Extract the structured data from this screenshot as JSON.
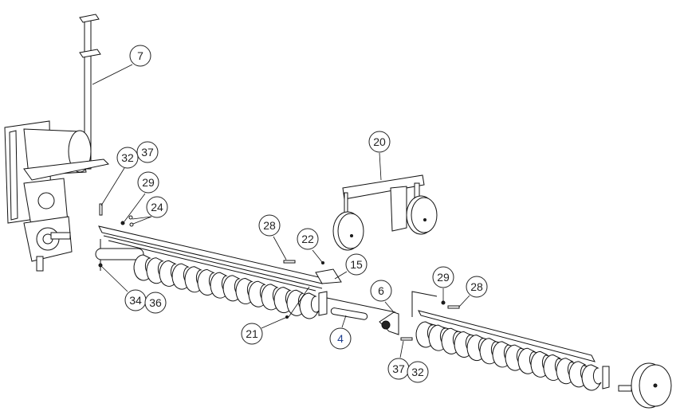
{
  "diagram": {
    "type": "exploded-parts-view",
    "callouts": {
      "c7": "7",
      "c32a": "32",
      "c37a": "37",
      "c29a": "29",
      "c24": "24",
      "c28a": "28",
      "c22": "22",
      "c15": "15",
      "c20": "20",
      "c6": "6",
      "c29b": "29",
      "c28b": "28",
      "c34": "34",
      "c36": "36",
      "c21": "21",
      "c4": "4",
      "c37b": "37",
      "c32b": "32"
    },
    "colors": {
      "line": "#111111",
      "callout_text": "#222222",
      "callout_text_blue": "#1f3f8f"
    }
  }
}
